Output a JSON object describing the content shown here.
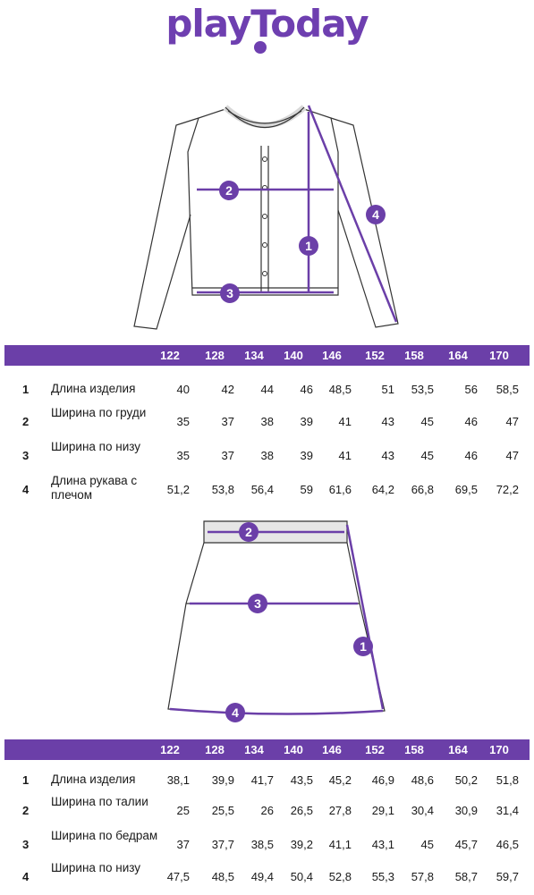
{
  "brand": {
    "logo": "playToday",
    "accent": "#6b3fa8"
  },
  "jacket": {
    "callouts": [
      "1",
      "2",
      "3",
      "4"
    ],
    "sizes": [
      "122",
      "128",
      "134",
      "140",
      "146",
      "152",
      "158",
      "164",
      "170"
    ],
    "rows": [
      {
        "num": "1",
        "label": "Длина изделия",
        "values": [
          "40",
          "42",
          "44",
          "46",
          "48,5",
          "51",
          "53,5",
          "56",
          "58,5"
        ]
      },
      {
        "num": "2",
        "label": "Ширина по груди",
        "values": [
          "35",
          "37",
          "38",
          "39",
          "41",
          "43",
          "45",
          "46",
          "47"
        ]
      },
      {
        "num": "3",
        "label": "Ширина по низу",
        "values": [
          "35",
          "37",
          "38",
          "39",
          "41",
          "43",
          "45",
          "46",
          "47"
        ]
      },
      {
        "num": "4",
        "label": "Длина рукава с плечом",
        "values": [
          "51,2",
          "53,8",
          "56,4",
          "59",
          "61,6",
          "64,2",
          "66,8",
          "69,5",
          "72,2"
        ]
      }
    ]
  },
  "skirt": {
    "callouts": [
      "1",
      "2",
      "3",
      "4"
    ],
    "sizes": [
      "122",
      "128",
      "134",
      "140",
      "146",
      "152",
      "158",
      "164",
      "170"
    ],
    "rows": [
      {
        "num": "1",
        "label": "Длина изделия",
        "values": [
          "38,1",
          "39,9",
          "41,7",
          "43,5",
          "45,2",
          "46,9",
          "48,6",
          "50,2",
          "51,8"
        ]
      },
      {
        "num": "2",
        "label": "Ширина по талии",
        "values": [
          "25",
          "25,5",
          "26",
          "26,5",
          "27,8",
          "29,1",
          "30,4",
          "30,9",
          "31,4"
        ]
      },
      {
        "num": "3",
        "label": "Ширина по бедрам",
        "values": [
          "37",
          "37,7",
          "38,5",
          "39,2",
          "41,1",
          "43,1",
          "45",
          "45,7",
          "46,5"
        ]
      },
      {
        "num": "4",
        "label": "Ширина по низу",
        "values": [
          "47,5",
          "48,5",
          "49,4",
          "50,4",
          "52,8",
          "55,3",
          "57,8",
          "58,7",
          "59,7"
        ]
      }
    ]
  }
}
